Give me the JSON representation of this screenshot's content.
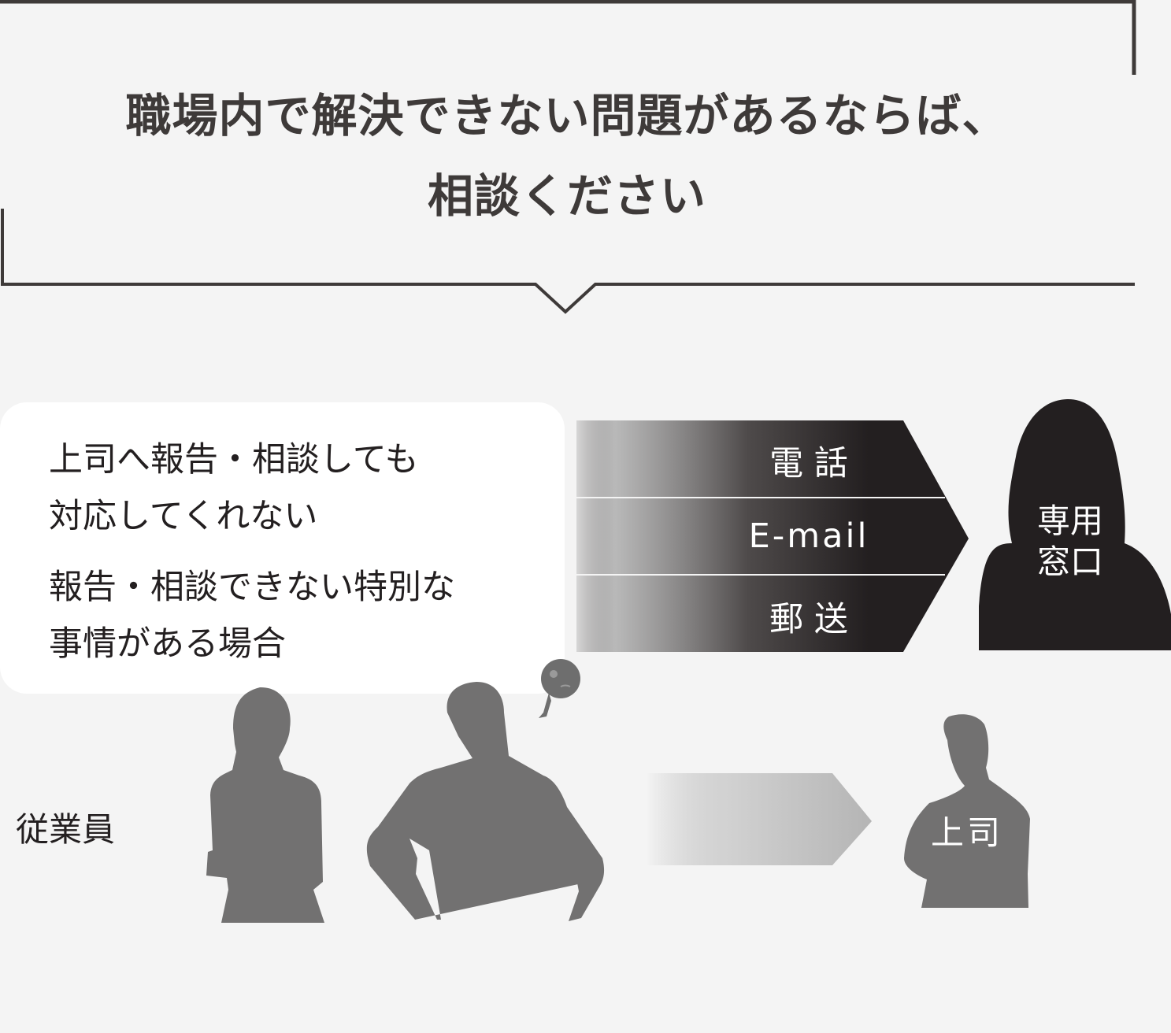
{
  "headline": {
    "line1": "職場内で解決できない問題があるならば、",
    "line2": "相談ください"
  },
  "bubble": {
    "item1_line1": "上司へ報告・相談しても",
    "item1_line2": "対応してくれない",
    "item2_line1": "報告・相談できない特別な",
    "item2_line2": "事情がある場合"
  },
  "channels": [
    {
      "label": "電 話"
    },
    {
      "label": "E-mail"
    },
    {
      "label": "郵 送"
    }
  ],
  "dedicated_window": {
    "line1": "専用",
    "line2": "窓口"
  },
  "employee_label": "従業員",
  "boss_label": "上司",
  "colors": {
    "background": "#f4f4f4",
    "frame_line": "#3e3a39",
    "dark_fill": "#231f20",
    "silhouette_gray": "#727171",
    "bubble_bg": "#ffffff",
    "arrow_gray": "#b5b5b5"
  }
}
